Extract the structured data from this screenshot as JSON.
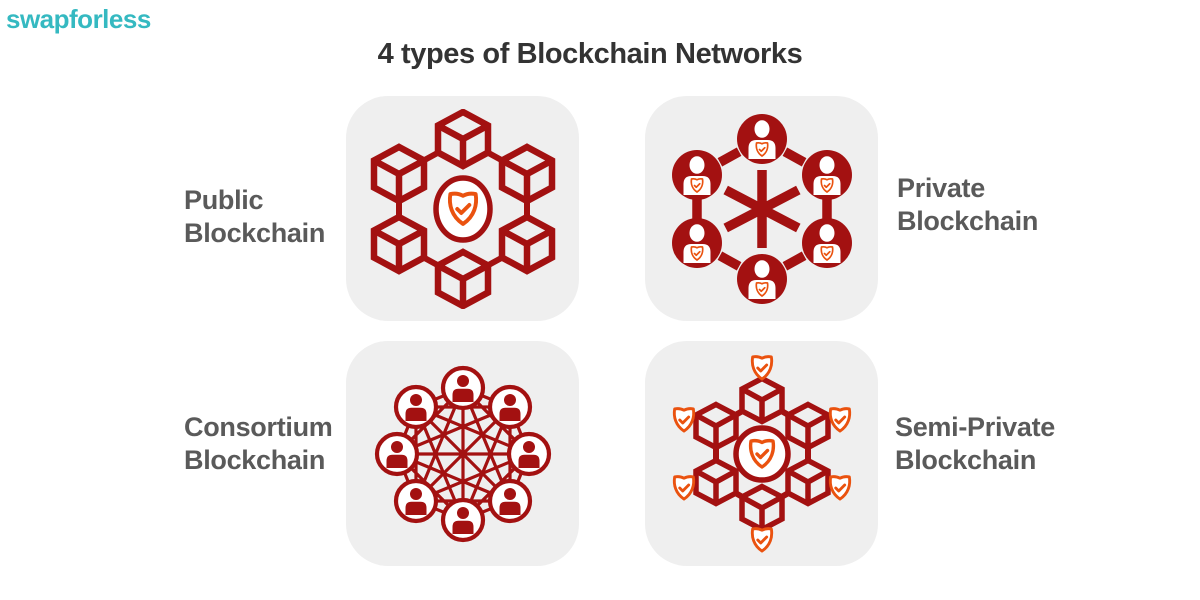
{
  "brand": {
    "name": "swapforless"
  },
  "title": "4 types of Blockchain Networks",
  "colors": {
    "background": "#ffffff",
    "card_bg": "#efefef",
    "dark_red": "#a31111",
    "orange": "#ea520f",
    "brand_teal": "#35b9c1",
    "title_text": "#333333",
    "label_text": "#5a5a5a"
  },
  "cards": [
    {
      "id": "public",
      "label": "Public Blockchain",
      "label_line1": "Public",
      "label_line2": "Blockchain",
      "label_side": "left",
      "icon": "public-blockchain-icon",
      "icon_elements": [
        "6 linked cubes in hexagon",
        "central shield-check badge"
      ]
    },
    {
      "id": "private",
      "label": "Private Blockchain",
      "label_line1": "Private",
      "label_line2": "Blockchain",
      "label_side": "right",
      "icon": "private-blockchain-icon",
      "icon_elements": [
        "6 user nodes with shield-check",
        "central star of solid links",
        "dashed perimeter links"
      ]
    },
    {
      "id": "consortium",
      "label": "Consortium Blockchain",
      "label_line1": "Consortium",
      "label_line2": "Blockchain",
      "label_side": "left",
      "icon": "consortium-blockchain-icon",
      "icon_elements": [
        "8 user nodes in ring",
        "fully meshed links"
      ]
    },
    {
      "id": "semi_private",
      "label": "Semi-Private Blockchain",
      "label_line1": "Semi-Private",
      "label_line2": "Blockchain",
      "label_side": "right",
      "icon": "semi-private-blockchain-icon",
      "icon_elements": [
        "6 linked cubes in hexagon",
        "central shield-check badge",
        "6 outer shield-check marks"
      ]
    }
  ]
}
